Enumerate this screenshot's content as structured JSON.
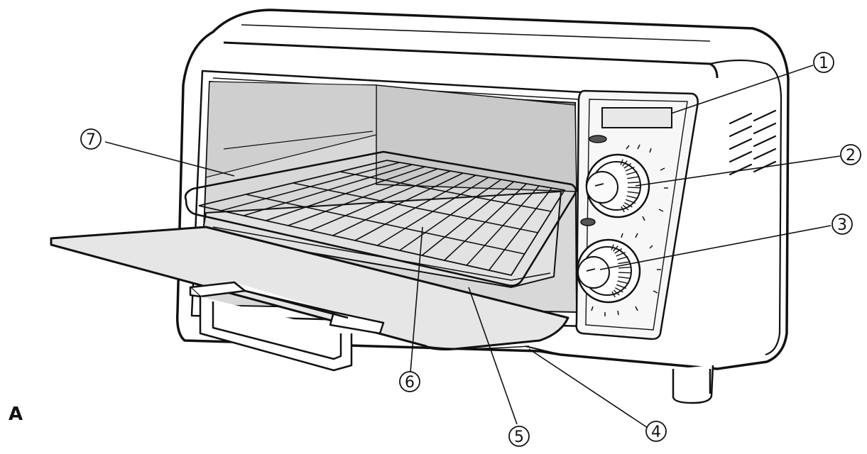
{
  "figure_label": "A",
  "callouts": [
    {
      "id": "1",
      "label": "1",
      "glyph": "①"
    },
    {
      "id": "2",
      "label": "2",
      "glyph": "②"
    },
    {
      "id": "3",
      "label": "3",
      "glyph": "③"
    },
    {
      "id": "4",
      "label": "4",
      "glyph": "④"
    },
    {
      "id": "5",
      "label": "5",
      "glyph": "⑤"
    },
    {
      "id": "6",
      "label": "6",
      "glyph": "⑥"
    },
    {
      "id": "7",
      "label": "7",
      "glyph": "⑦"
    }
  ],
  "colors": {
    "line": "#111111",
    "interior_shade": "#d8d8d8",
    "door_shade": "#e6e6e6",
    "background": "#ffffff"
  }
}
